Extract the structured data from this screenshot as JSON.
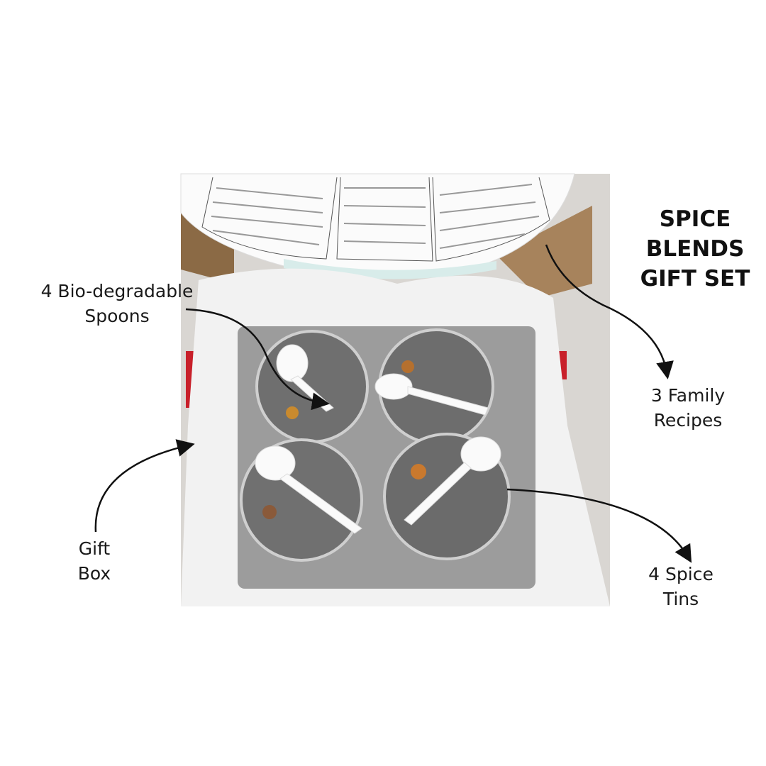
{
  "title": {
    "lines": [
      "SPICE",
      "BLENDS",
      "GIFT SET"
    ]
  },
  "callouts": {
    "spoons": {
      "lines": [
        "4 Bio-degradable",
        "Spoons"
      ]
    },
    "recipes": {
      "lines": [
        "3 Family",
        "Recipes"
      ]
    },
    "box": {
      "lines": [
        "Gift",
        "Box"
      ]
    },
    "tins": {
      "lines": [
        "4 Spice",
        "Tins"
      ]
    }
  },
  "colors": {
    "box_red": "#c8202a",
    "cardboard": "#a7835c",
    "tin": "#6f6f6f",
    "tissue": "#f2f2f2"
  }
}
